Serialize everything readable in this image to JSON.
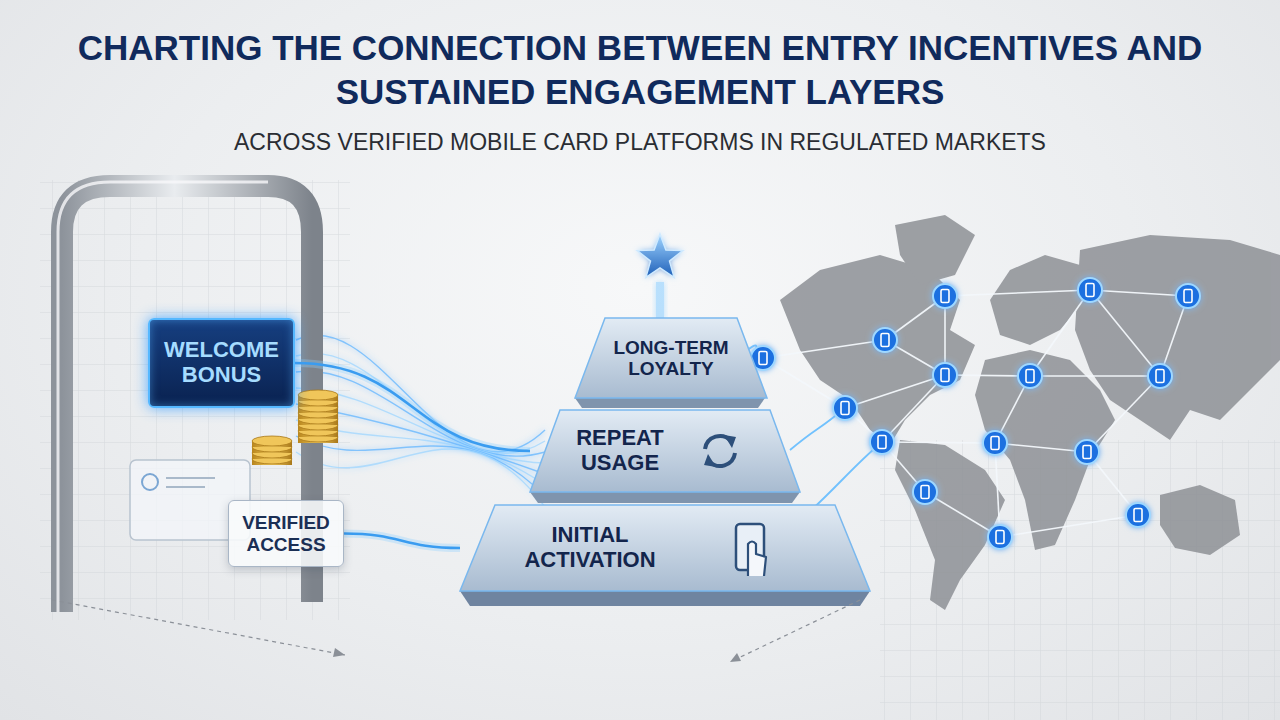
{
  "diagram": {
    "title": "CHARTING THE CONNECTION BETWEEN ENTRY INCENTIVES AND SUSTAINED ENGAGEMENT LAYERS",
    "caption": "ACROSS VERIFIED MOBILE CARD PLATFORMS IN REGULATED MARKETS",
    "nodes": [
      {
        "text": [
          "WELCOME BONUS"
        ]
      },
      {
        "text": [
          "VERIFIED ACCESS"
        ]
      },
      {
        "text": [
          "LONG-TERM LOYALTY"
        ]
      },
      {
        "text": [
          "REPEAT USAGE"
        ]
      },
      {
        "text": [
          "INITIAL ACTIVATION"
        ]
      }
    ],
    "edges": [
      {
        "from": 0,
        "to": 3,
        "arrow": "none"
      },
      {
        "from": 1,
        "to": 4,
        "arrow": "none"
      }
    ]
  }
}
